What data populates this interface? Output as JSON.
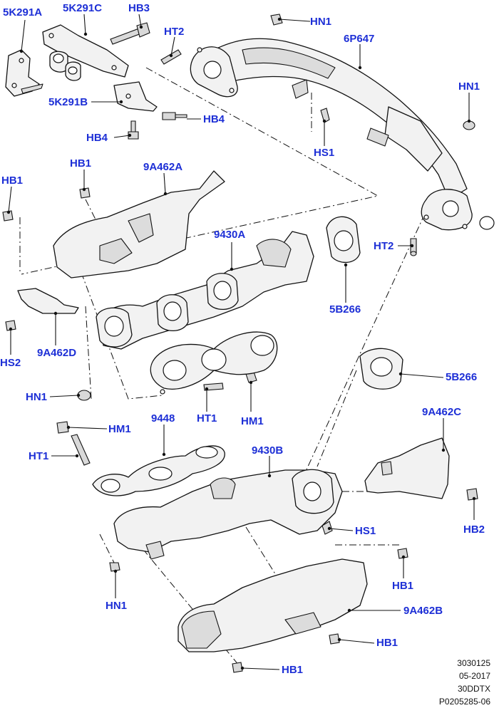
{
  "diagram": {
    "labels": {
      "l_5K291A": "5K291A",
      "l_5K291C": "5K291C",
      "l_HB3": "HB3",
      "l_HN1_top": "HN1",
      "l_HT2_top": "HT2",
      "l_6P647": "6P647",
      "l_HN1_right": "HN1",
      "l_5K291B": "5K291B",
      "l_HB4_a": "HB4",
      "l_HB4_b": "HB4",
      "l_HS1_top": "HS1",
      "l_HB1_a": "HB1",
      "l_9A462A": "9A462A",
      "l_HB1_left": "HB1",
      "l_9430A": "9430A",
      "l_HT2_mid": "HT2",
      "l_5B266_a": "5B266",
      "l_HS2": "HS2",
      "l_9A462D": "9A462D",
      "l_HN1_mid": "HN1",
      "l_5B266_b": "5B266",
      "l_9448": "9448",
      "l_HT1_mid": "HT1",
      "l_HM1_mid": "HM1",
      "l_HM1_left": "HM1",
      "l_HT1_left": "HT1",
      "l_9A462C": "9A462C",
      "l_9430B": "9430B",
      "l_HS1_bot": "HS1",
      "l_HB2": "HB2",
      "l_HB1_b": "HB1",
      "l_HN1_bot": "HN1",
      "l_9A462B": "9A462B",
      "l_HB1_c": "HB1",
      "l_HB1_d": "HB1"
    },
    "reference": {
      "line1": "3030125",
      "line2": "05-2017",
      "line3": "30DDTX",
      "line4": "P0205285-06"
    },
    "colors": {
      "label": "#1d2fd6",
      "line": "#111111",
      "part_fill": "#f2f2f2"
    }
  }
}
